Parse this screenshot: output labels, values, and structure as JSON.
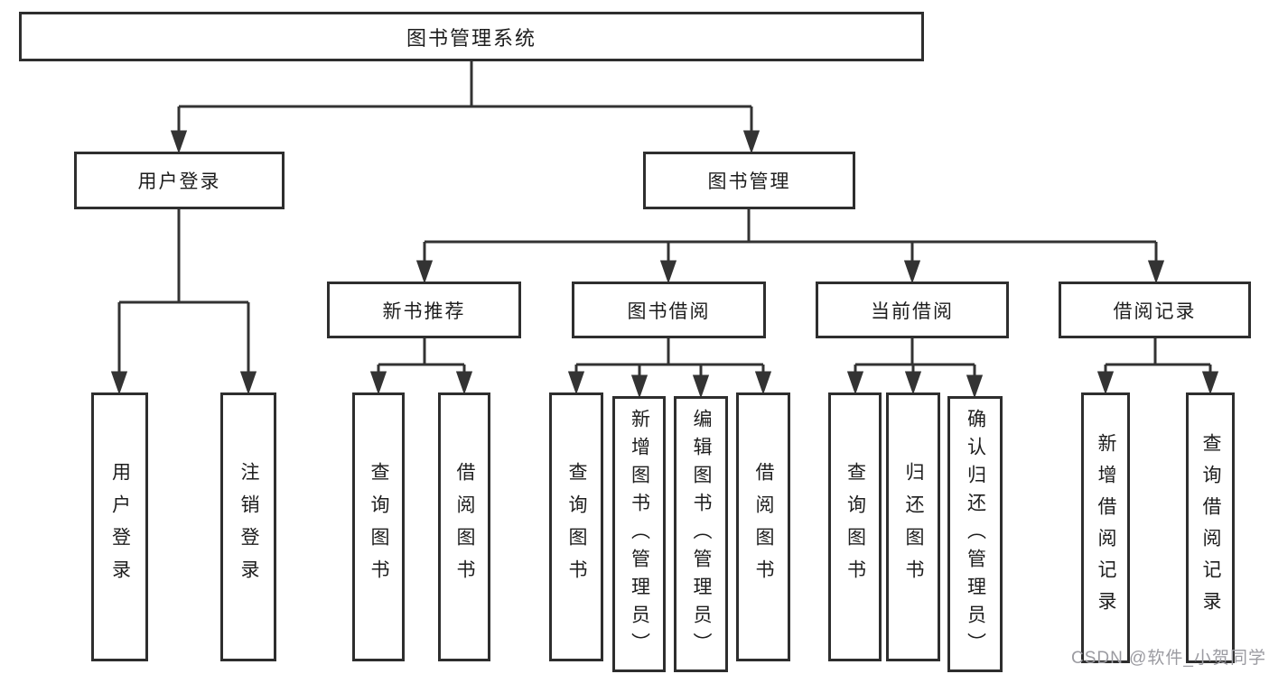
{
  "tree": {
    "label": "图书管理系统",
    "children": [
      {
        "label": "用户登录",
        "children": [
          {
            "label": "用户登录"
          },
          {
            "label": "注销登录"
          }
        ]
      },
      {
        "label": "图书管理",
        "children": [
          {
            "label": "新书推荐",
            "children": [
              {
                "label": "查询图书"
              },
              {
                "label": "借阅图书"
              }
            ]
          },
          {
            "label": "图书借阅",
            "children": [
              {
                "label": "查询图书"
              },
              {
                "label": "新增图书（管理员）"
              },
              {
                "label": "编辑图书（管理员）"
              },
              {
                "label": "借阅图书"
              }
            ]
          },
          {
            "label": "当前借阅",
            "children": [
              {
                "label": "查询图书"
              },
              {
                "label": "归还图书"
              },
              {
                "label": "确认归还（管理员）"
              }
            ]
          },
          {
            "label": "借阅记录",
            "children": [
              {
                "label": "新增借阅记录"
              },
              {
                "label": "查询借阅记录"
              }
            ]
          }
        ]
      }
    ]
  },
  "watermark": {
    "text": "CSDN @软件_小贺同学"
  },
  "colors": {
    "line": "#333333",
    "box_border": "#2e2e2e",
    "box_fill": "#ffffff",
    "text": "#1d1d1d",
    "watermark": "#9b9ba1",
    "background": "#ffffff"
  }
}
